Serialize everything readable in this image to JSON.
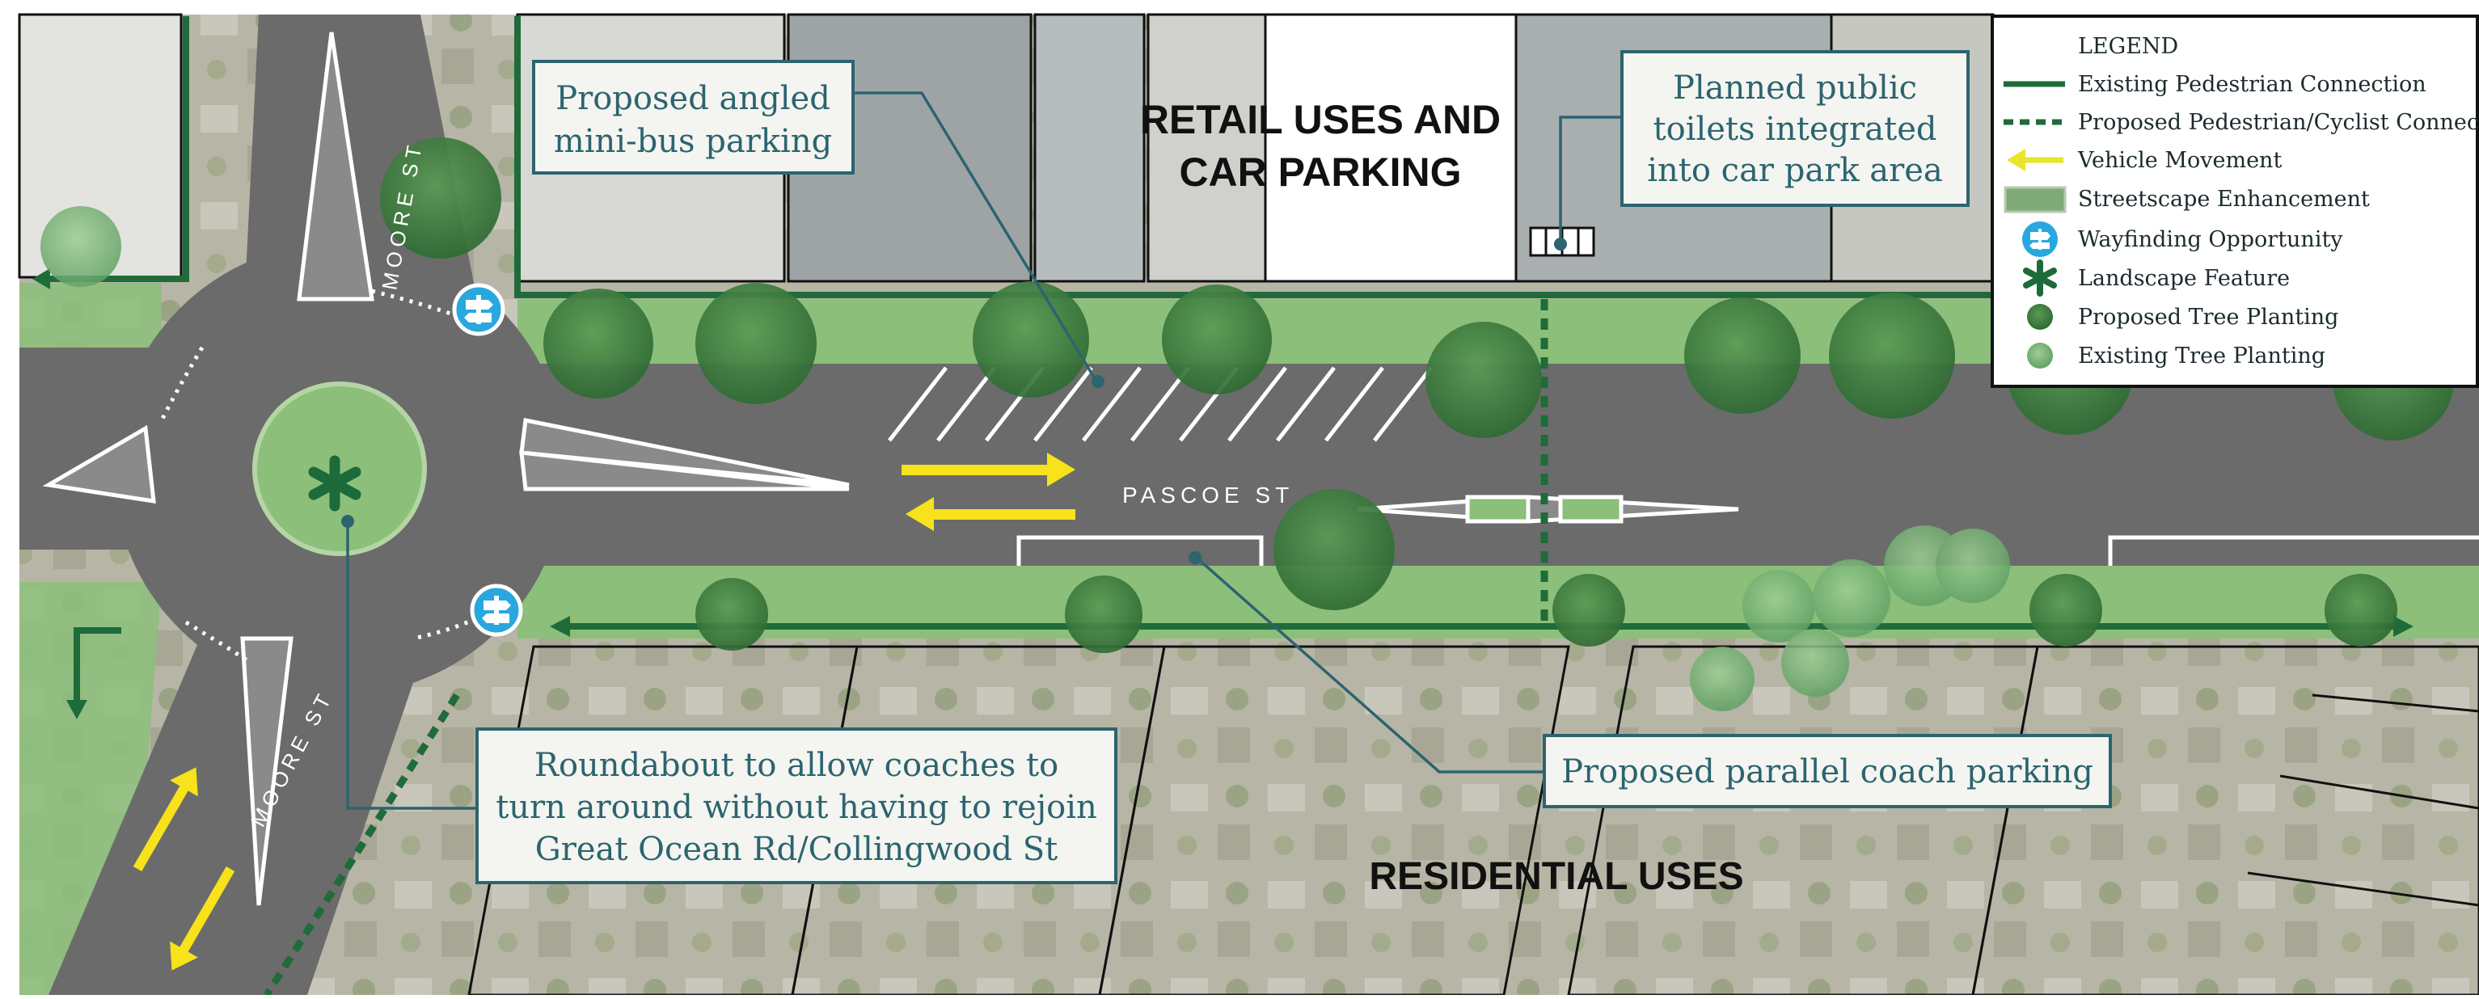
{
  "zones": {
    "retail_line1": "RETAIL USES AND",
    "retail_line2": "CAR PARKING",
    "residential": "RESIDENTIAL USES"
  },
  "streets": {
    "pascoe": "PASCOE ST",
    "moore_north": "MOORE ST",
    "moore_south": "MOORE ST"
  },
  "callouts": {
    "minibus": {
      "line1": "Proposed angled",
      "line2": "mini-bus parking"
    },
    "toilets": {
      "line1": "Planned public",
      "line2": "toilets integrated",
      "line3": "into car park area"
    },
    "coach": {
      "line1": "Proposed parallel coach parking"
    },
    "roundabout": {
      "line1": "Roundabout to allow coaches to",
      "line2": "turn around without having to rejoin",
      "line3": "Great Ocean Rd/Collingwood St"
    }
  },
  "legend": {
    "title": "LEGEND",
    "items": [
      {
        "label": "Existing Pedestrian Connection",
        "icon": "solid-green-line-icon"
      },
      {
        "label": "Proposed Pedestrian/Cyclist Connection",
        "icon": "dashed-green-line-icon"
      },
      {
        "label": "Vehicle Movement",
        "icon": "yellow-arrow-icon"
      },
      {
        "label": "Streetscape Enhancement",
        "icon": "green-band-icon"
      },
      {
        "label": "Wayfinding Opportunity",
        "icon": "signpost-icon"
      },
      {
        "label": "Landscape Feature",
        "icon": "asterisk-icon"
      },
      {
        "label": "Proposed Tree Planting",
        "icon": "dark-tree-icon"
      },
      {
        "label": "Existing Tree Planting",
        "icon": "light-tree-icon"
      }
    ]
  },
  "colors": {
    "existing_path": "#1f6b3a",
    "proposed_path": "#1f6b3a",
    "vehicle": "#f7e21b",
    "streetscape": "#8cbf7a",
    "wayfinding": "#29a7df",
    "landscape": "#1c6b3a",
    "callout_border": "#2c6470",
    "road": "#6b6b6b"
  }
}
